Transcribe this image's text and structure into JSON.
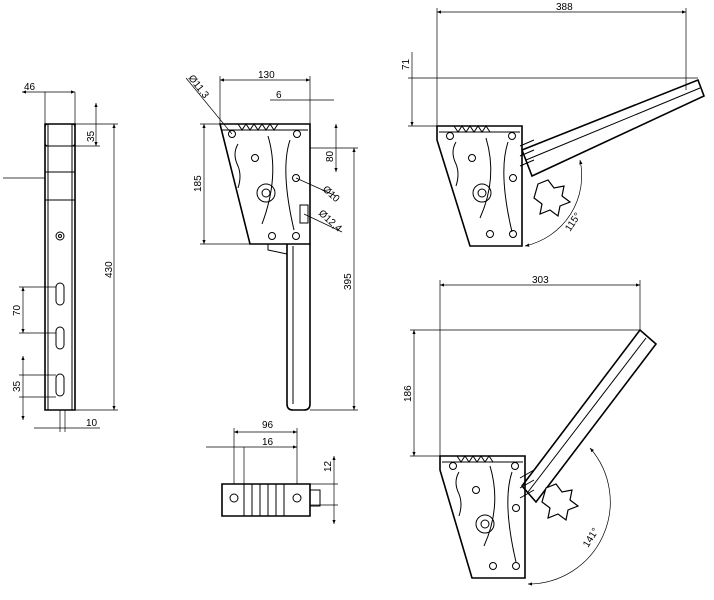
{
  "side_view": {
    "dim_width": "46",
    "dim_top": "35",
    "dim_height": "430",
    "dim_slot_pitch": "70",
    "dim_slot_len": "35",
    "dim_bottom": "10"
  },
  "front_view": {
    "dim_width": "130",
    "dim_offset": "6",
    "dim_hole_large": "Ø11,3",
    "dim_plate_height": "185",
    "dim_top_offset": "80",
    "dim_hole_medium": "Ø10",
    "dim_hole_small": "Ø12,4",
    "dim_total_height": "395"
  },
  "bottom_view": {
    "dim_width": "96",
    "dim_inner": "16",
    "dim_height": "12"
  },
  "tilt_view_upper": {
    "dim_width": "388",
    "dim_rise": "71",
    "angle": "115°"
  },
  "tilt_view_lower": {
    "dim_width": "303",
    "dim_rise": "186",
    "angle": "141°"
  }
}
